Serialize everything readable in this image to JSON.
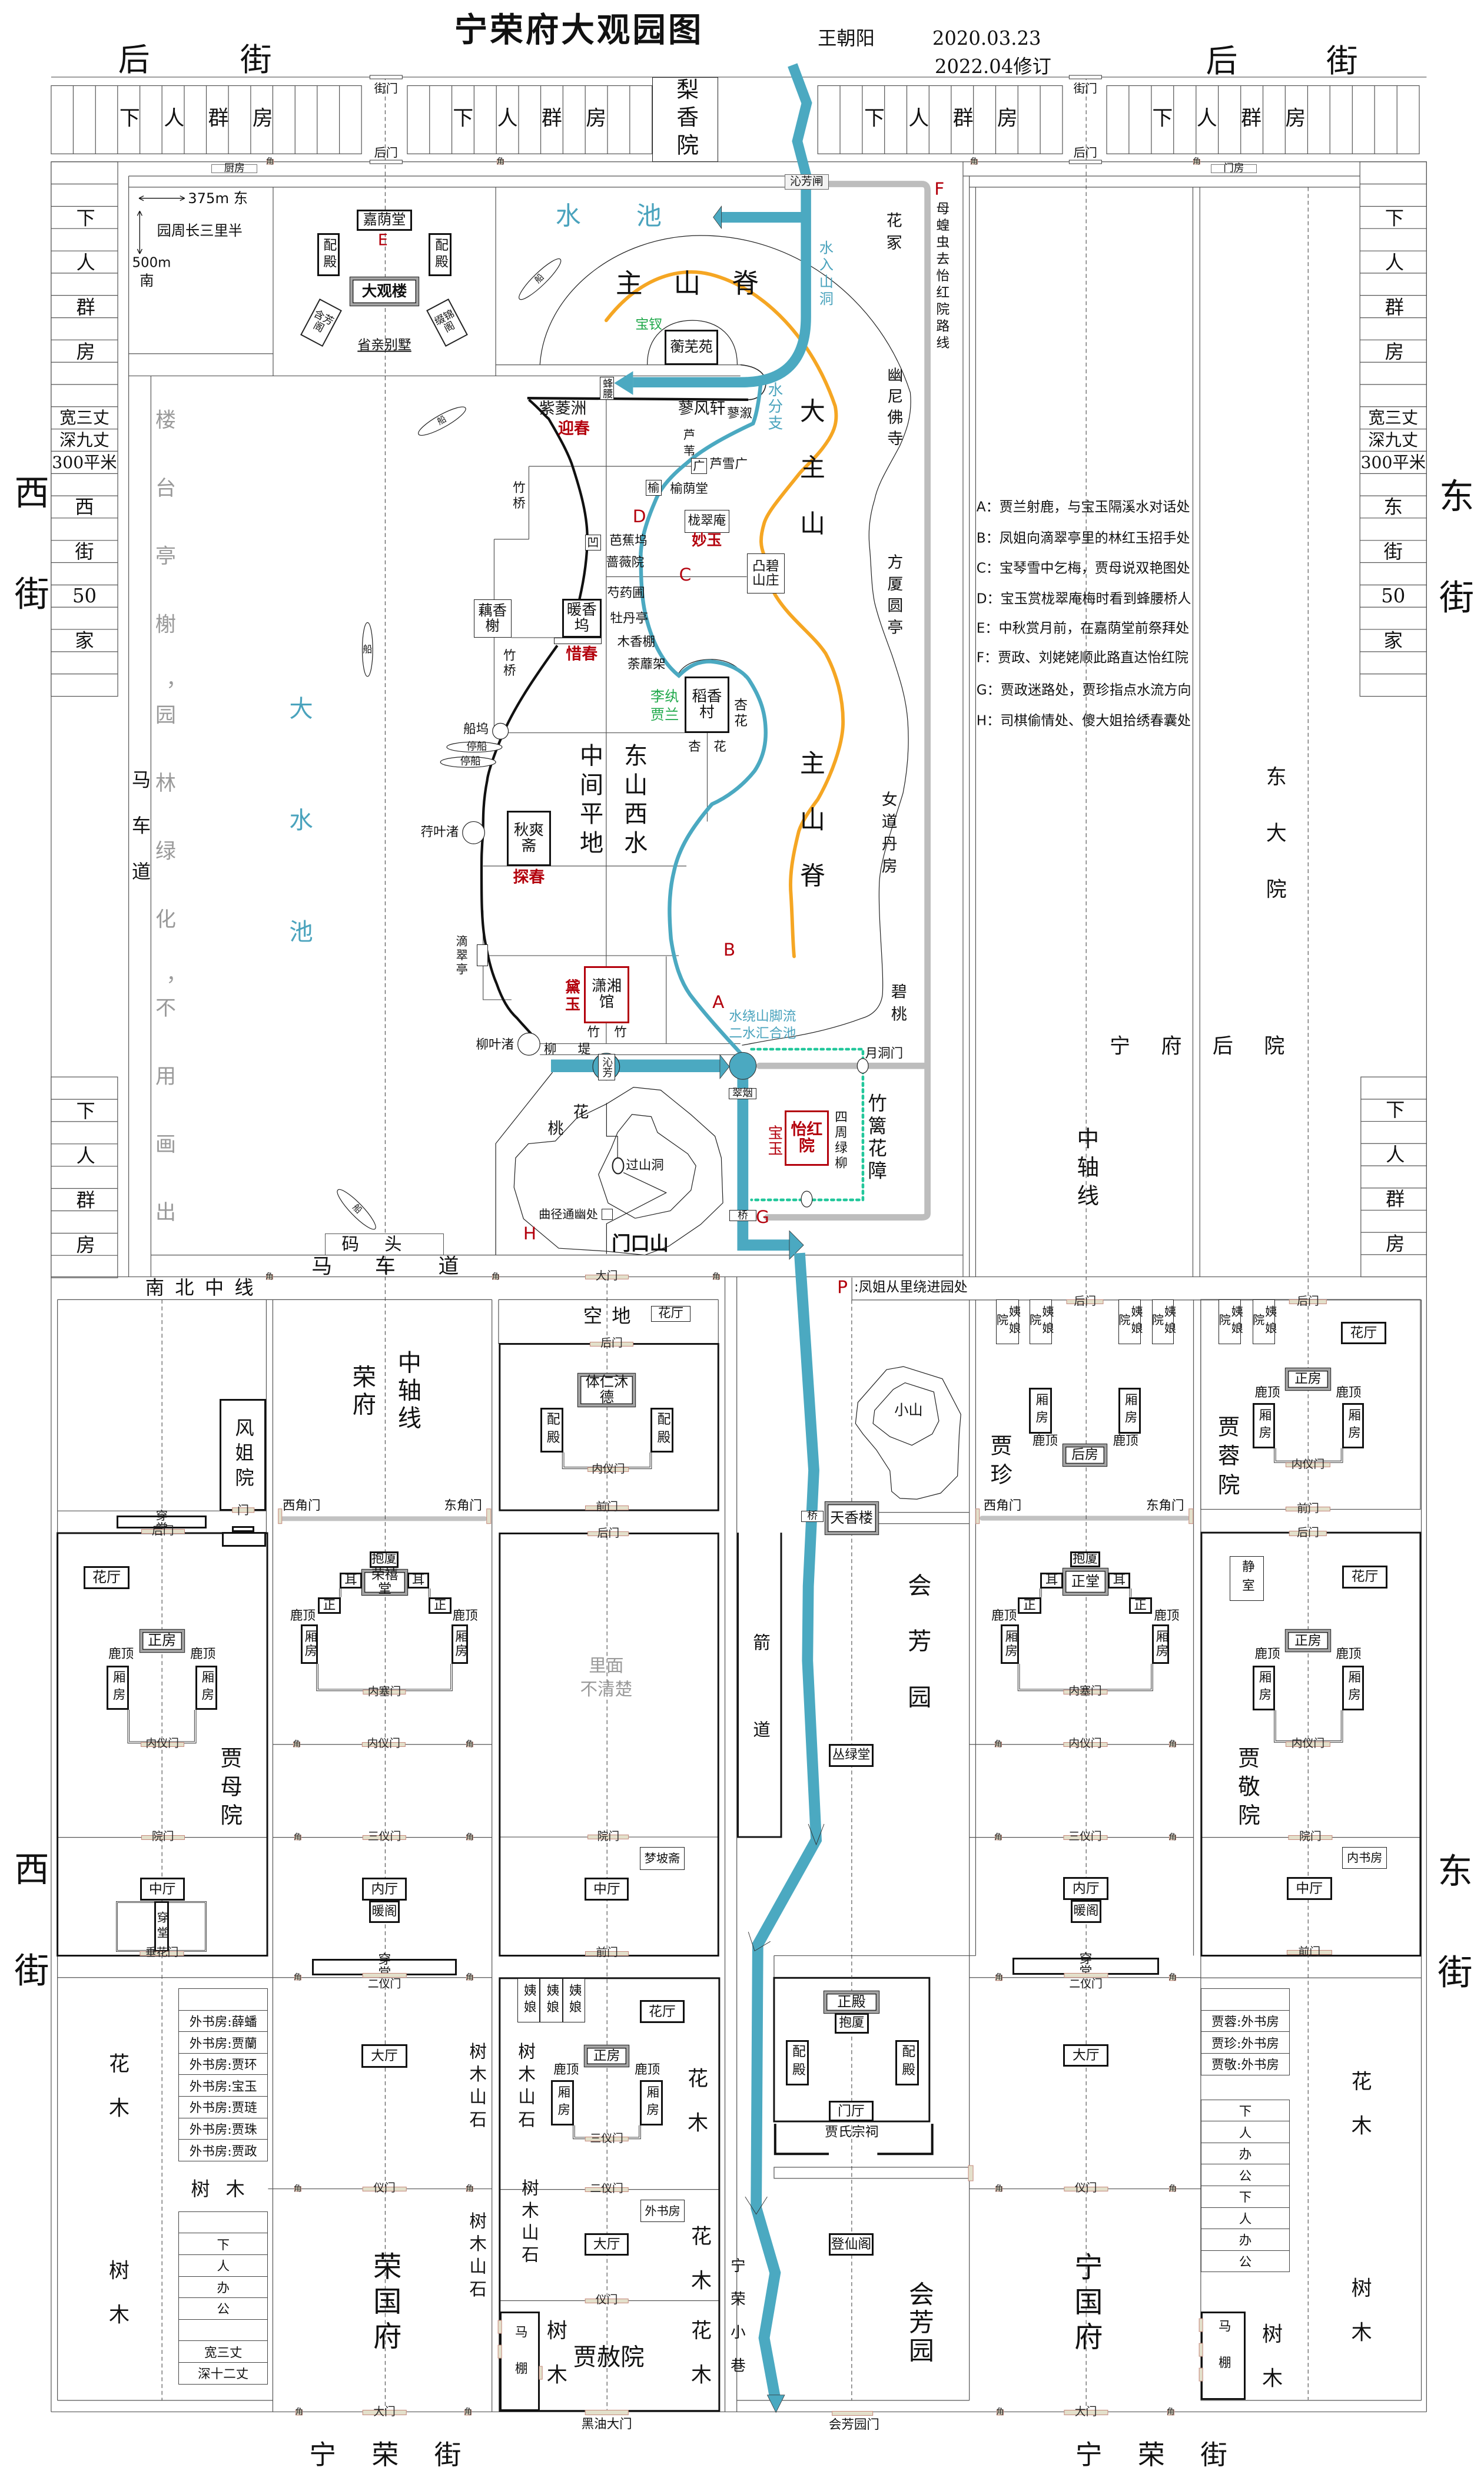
{
  "header": {
    "title": "宁荣府大观园图",
    "author": "王朝阳",
    "date": "2020.03.23",
    "revision": "2022.04修订"
  },
  "colors": {
    "water": "#4ba9c1",
    "marker_red": "#b3000c",
    "ridge_orange": "#f5a623",
    "resident_green": "#1fa84a",
    "route_grey": "#bdbdbd",
    "fence_green": "#22c79b",
    "gate_beige": "#e3e0cb"
  },
  "streets": {
    "north": "后街",
    "west": "西街",
    "east": "东街",
    "south": "宁荣街",
    "carriage_road": "马车道",
    "ns_axis": "南北中线",
    "alley": "宁荣小巷",
    "arrow_lane": "箭道"
  },
  "gates": {
    "street": "街门",
    "rear": "后门",
    "corner": "角",
    "main": "大门",
    "front": "前门",
    "inner_yi": "内仪门",
    "inner_sai": "内塞门",
    "third_yi": "三仪门",
    "second_yi": "二仪门",
    "yi": "仪门",
    "yard": "院门",
    "chuihua": "垂花门",
    "west_corner": "西角门",
    "east_corner": "东角门",
    "heiyou": "黑油大门",
    "huifang": "会芳园门",
    "door": "门",
    "moon": "月洞门"
  },
  "rooms": {
    "side_hall": "配殿",
    "wing": "厢房",
    "deer_roof": "鹿顶",
    "ear": "耳",
    "zheng": "正",
    "main_room": "正房",
    "flower_hall": "花厅",
    "porch": "抱厦",
    "passage": "穿堂",
    "middle_hall": "中厅",
    "inner_hall": "内厅",
    "warm_room": "暖阁",
    "great_hall": "大厅",
    "concubines": "姨娘",
    "concubine_court": "姨娘院",
    "stable": "马棚",
    "outer_study": "外书房",
    "bridge": "桥",
    "trees": "树木",
    "flowers_trees": "花木",
    "trees_rocks": "树木山石",
    "axis": "中轴线"
  },
  "north_band": {
    "servant_quarters": "下人群房",
    "lixiang_yuan": "梨香院",
    "kitchen": "厨房",
    "gatehouse": "门房"
  },
  "west_column": {
    "label": "下人群房",
    "width": "宽三丈",
    "depth": "深九丈",
    "area": "300平米",
    "households": [
      "西",
      "街",
      "50",
      "家"
    ]
  },
  "east_column": {
    "label": "下人群房",
    "width": "宽三丈",
    "depth": "深九丈",
    "area": "300平米",
    "households": [
      "东",
      "街",
      "50",
      "家"
    ]
  },
  "garden": {
    "scale": {
      "east": "375m 东",
      "perimeter": "园周长三里半",
      "south_distance": "500m",
      "south": "南"
    },
    "note_left": [
      "楼台亭榭，",
      "园林绿化，",
      "不用画出"
    ],
    "big_pond": "大水池",
    "pond": "水池",
    "boat": "船",
    "moored_boat": "停船",
    "west_lane": "马车道",
    "xingqin": {
      "jiayin_tang": "嘉荫堂",
      "daguan_lou": "大观楼",
      "hanfang_ge": "含芳阁",
      "zhuijin_ge": "缀锦阁",
      "label": "省亲别墅"
    },
    "mountain": {
      "main_ridge": "主山脊",
      "da_zhu_shan": "大主山",
      "huazhong": "花冢",
      "youni_temple": "幽尼佛寺",
      "fangxia_pavilion": "方厦圆亭",
      "nudao_room": "女道丹房",
      "bitao": "碧桃",
      "gate_hill": "门口山",
      "small_hill": "小山"
    },
    "water": {
      "enter_cave": "水入山洞",
      "branch": "水分支",
      "confluence": [
        "水绕山脚流",
        "二水汇合池"
      ],
      "qinfang_sluice": "沁芳闸",
      "qinfang": "沁芳"
    },
    "places": {
      "hengwu_yuan": "蘅芜苑",
      "fengyao": "蜂腰",
      "zilingzhou": "紫菱洲",
      "liaofeng_xuan": "蓼风轩",
      "liaoxu": "蓼溆",
      "luwei": "芦苇",
      "luxue_guang": "芦雪广",
      "guang": "广",
      "yuyin_tang": "榆荫堂",
      "yu": "榆",
      "longcui_an": "栊翠庵",
      "ao": "凹",
      "bajiao_wu": "芭蕉坞",
      "qiangwei_yuan": "蔷薇院",
      "tubi_shanzhuang": "凸碧山庄",
      "shaoyao_pu": "芍药圃",
      "mudan_ting": "牡丹亭",
      "muxiang_peng": "木香棚",
      "tumi_jia": "荼蘼架",
      "ouxiang_xie": "藕香榭",
      "nuanxiang_wu": "暖香坞",
      "bamboo_bridge": "竹桥",
      "daoxiang_cun": "稻香村",
      "apricot": "杏花",
      "chuanwu": "船坞",
      "xingye_zhu": "荇叶渚",
      "qiushuang_zhai": "秋爽斋",
      "middle_flat": "中间平地",
      "east_hill_west_water": "东山西水",
      "dicui_ting": "滴翠亭",
      "xiaoxiang_guan": "潇湘馆",
      "bamboo": "竹竹",
      "liuye_zhu": "柳叶渚",
      "willow_dike": "柳堤",
      "cuiyan": "翠烟",
      "yihong_yuan": "怡红院",
      "green_willows": "四周绿柳",
      "bamboo_fence": "竹篱花障",
      "peach_blossom": [
        "花",
        "桃"
      ],
      "cave": "过山洞",
      "winding_path": "曲径通幽处",
      "pier": "码头"
    },
    "residents": {
      "baochai": "宝钗",
      "yingchun": "迎春",
      "miaoyu": "妙玉",
      "xichun": "惜春",
      "li_wan": "李纨",
      "jia_lan": "贾兰",
      "tanchun": "探春",
      "daiyu": "黛玉",
      "baoyu": "宝玉"
    },
    "markers": {
      "A": "A",
      "B": "B",
      "C": "C",
      "D": "D",
      "E": "E",
      "F": "F",
      "G": "G",
      "H": "H"
    },
    "route_f": "母蝗虫去怡红院路线"
  },
  "legend": {
    "A": "A：贾兰射鹿，与宝玉隔溪水对话处",
    "B": "B：凤姐向滴翠亭里的林红玉招手处",
    "C": "C：宝琴雪中乞梅，贾母说双艳图处",
    "D": "D：宝玉赏栊翠庵梅时看到蜂腰桥人",
    "E": "E：中秋赏月前，在嘉荫堂前祭拜处",
    "F": "F：贾政、刘姥姥顺此路直达怡红院",
    "G": "G：贾政迷路处，贾珍指点水流方向",
    "H": "H：司棋偷情处、傻大姐拾绣春囊处"
  },
  "note_p": {
    "marker": "P",
    "text": ":凤姐从里绕进园处"
  },
  "ningfu_rear": {
    "title": "宁府后院",
    "east_court": "东大院",
    "axis": "中轴线"
  },
  "rongfu": {
    "label": "荣府",
    "axis": "中轴线",
    "fengjie_yuan": "风姐院",
    "rongxi_tang": "荣禧堂",
    "name": "荣国府"
  },
  "tiren_court": {
    "empty_lot": "空地",
    "tiren_mude": "体仁沐德",
    "unclear": [
      "里面",
      "不清楚"
    ],
    "mengpo_zhai": "梦坡斋"
  },
  "jiamu_yuan": {
    "name": "贾母院"
  },
  "west_strip": {
    "studies": [
      "",
      "外书房:薛蟠",
      "外书房:贾蘭",
      "外书房:贾环",
      "外书房:宝玉",
      "外书房:贾琏",
      "外书房:贾珠",
      "外书房:贾政"
    ],
    "office_rows": [
      "",
      "下",
      "人",
      "办",
      "公",
      "",
      "宽三丈",
      "深十二丈"
    ]
  },
  "jiashe_yuan": {
    "name": "贾赦院"
  },
  "huifang_yuan": {
    "name": "会芳园",
    "tianxiang_lou": "天香楼",
    "conglv_tang": "丛绿堂",
    "ancestral_hall": "贾氏宗祠",
    "zhengdian": "正殿",
    "menting": "门厅",
    "dengxian_ge": "登仙阁"
  },
  "ningfu": {
    "name": "宁国府",
    "jia_zhen": "贾珍",
    "rear_room": "后房",
    "zhengtang": "正堂"
  },
  "jiarong_yuan": {
    "name": "贾蓉院"
  },
  "jiajing_yuan": {
    "name": "贾敬院",
    "quiet_room": "静室",
    "inner_study": "内书房"
  },
  "east_strip": {
    "studies": [
      "",
      "贾蓉:外书房",
      "贾珍:外书房",
      "贾敬:外书房"
    ],
    "office_rows": [
      "下",
      "人",
      "办",
      "公",
      "下",
      "人",
      "办",
      "公"
    ]
  }
}
